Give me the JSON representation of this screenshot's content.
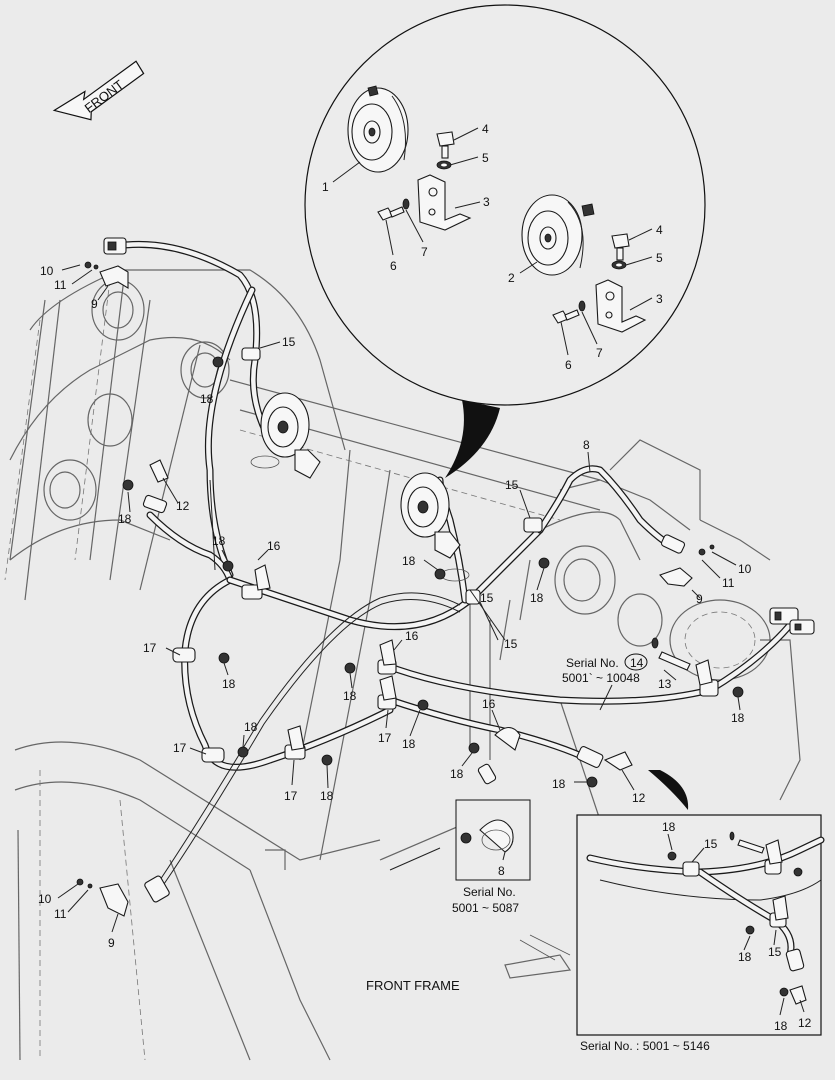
{
  "front_arrow": {
    "label": "FRONT"
  },
  "captions": {
    "front_frame": "FRONT FRAME",
    "serial_no": "Serial No.",
    "serial_circle": "14",
    "serial_range_a": "5001` ~ 10048",
    "serial_range_b": "5001 ~ 5087",
    "inset_serial": "Serial No. : 5001 ~ 5146"
  },
  "callouts": {
    "zoom": [
      "1",
      "2",
      "3",
      "3",
      "4",
      "4",
      "5",
      "5",
      "6",
      "6",
      "7",
      "7"
    ],
    "main": [
      "10",
      "11",
      "9",
      "15",
      "18",
      "12",
      "18",
      "18",
      "16",
      "18",
      "15",
      "8",
      "15",
      "18",
      "10",
      "11",
      "9",
      "18",
      "15",
      "17",
      "18",
      "16",
      "18",
      "13",
      "18",
      "17",
      "18",
      "17",
      "16",
      "18",
      "18",
      "12",
      "17",
      "18",
      "8",
      "10",
      "11",
      "9"
    ],
    "inset": [
      "18",
      "15",
      "18",
      "15",
      "18",
      "12"
    ]
  }
}
